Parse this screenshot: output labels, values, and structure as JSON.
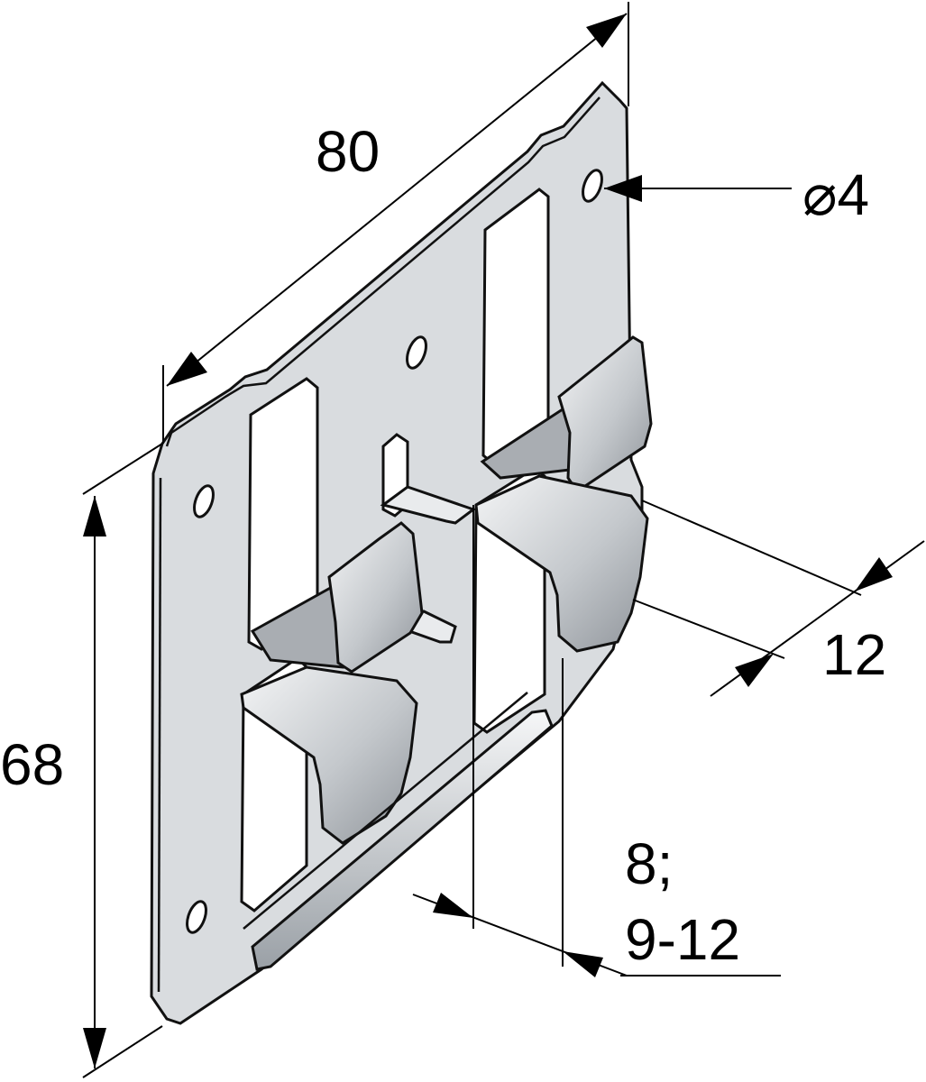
{
  "dimensions": {
    "length": "80",
    "height": "68",
    "hole_diameter": "⌀4",
    "clip_depth": "12",
    "panel_thickness_line1": "8;",
    "panel_thickness_line2": "9-12"
  }
}
